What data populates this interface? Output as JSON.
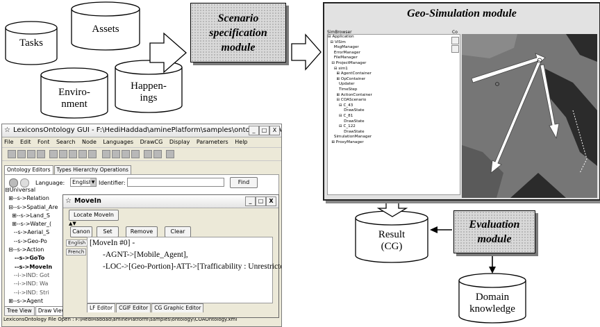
{
  "cylinders": {
    "tasks": "Tasks",
    "assets": "Assets",
    "environment": [
      "Enviro-",
      "nment"
    ],
    "happenings": [
      "Happen-",
      "ings"
    ],
    "result": [
      "Result",
      "(CG)"
    ],
    "domain": [
      "Domain",
      "knowledge"
    ]
  },
  "modules": {
    "scenario": [
      "Scenario",
      "specification",
      "module"
    ],
    "geo_title": "Geo-Simulation module",
    "evaluation": [
      "Evaluation",
      "module"
    ]
  },
  "gui": {
    "title": "LexiconsOntology GUI - F:\\HediHaddad\\aminePlatform\\samples\\ontology\\COAOntolo...",
    "menus": [
      "File",
      "Edit",
      "Font",
      "Search",
      "Node",
      "Languages",
      "DrawCG",
      "Display",
      "Parameters",
      "Help"
    ],
    "tabs": [
      "Ontology Editors",
      "Types Hierarchy Operations"
    ],
    "language_label": "Language:",
    "language_value": "English",
    "identifier_label": "Identifier:",
    "find_label": "Find",
    "tree": [
      "⊟Universal",
      "  ⊞--s->Relation",
      "  ⊟--s->Spatial_Are",
      "    ⊞--s->Land_S",
      "    ⊞--s->Water_(",
      "     --s->Aerial_S",
      "     --s->Geo-Po",
      "  ⊟--s->Action",
      "     --s->GoTo",
      "     --s->MoveIn",
      "     --i->IND: Got",
      "     --i->IND: Wa",
      "     --i->IND: Stri",
      "  ⊞--s->Agent"
    ],
    "bottom_tabs": [
      "Tree View",
      "Draw View"
    ],
    "status": "LexiconsOntology File Open : F:\\HediHaddad\\aminePlatform\\samples\\ontology\\COAOntology.xml"
  },
  "movein": {
    "title": "MoveIn",
    "locate_label": "Locate MoveIn",
    "canon_label": "Canon",
    "set_label": "Set",
    "remove_label": "Remove",
    "clear_label": "Clear",
    "languages": [
      "English",
      "French"
    ],
    "cg_lines": [
      "[MoveIn #0] -",
      "-AGNT->[Mobile_Agent],",
      "-LOC->[Geo-Portion]-ATT->[Trafficability  : Unrestricted]"
    ],
    "editor_tabs": [
      "LF Editor",
      "CGIF Editor",
      "CG Graphic Editor"
    ]
  },
  "geo": {
    "browser_label": "SimBrowser",
    "col_label": "Co",
    "tree": [
      "⊟ Application",
      "  ⊟ ViSim",
      "     MsgManager",
      "     ErrorManager",
      "     FileManager",
      "   ⊟ ProjectManager",
      "     ⊟ sim1",
      "       ⊞ AgentContainer",
      "       ⊞ OpContainer",
      "         Updater",
      "         TimeStep",
      "       ⊞ ActionContainer",
      "       ⊟ COAScenario",
      "         ⊟ C_43",
      "             DrawState",
      "         ⊟ C_81",
      "             DrawState",
      "         ⊟ C_122",
      "             DrawState",
      "     SimulationManager",
      "   ⊞ ProxyManager"
    ]
  },
  "colors": {
    "module_fill": "#d9d9d9",
    "shadow": "#7a7a7a",
    "terrain": "#6b6b6b",
    "terrain_dark": "#2b2b2b"
  }
}
